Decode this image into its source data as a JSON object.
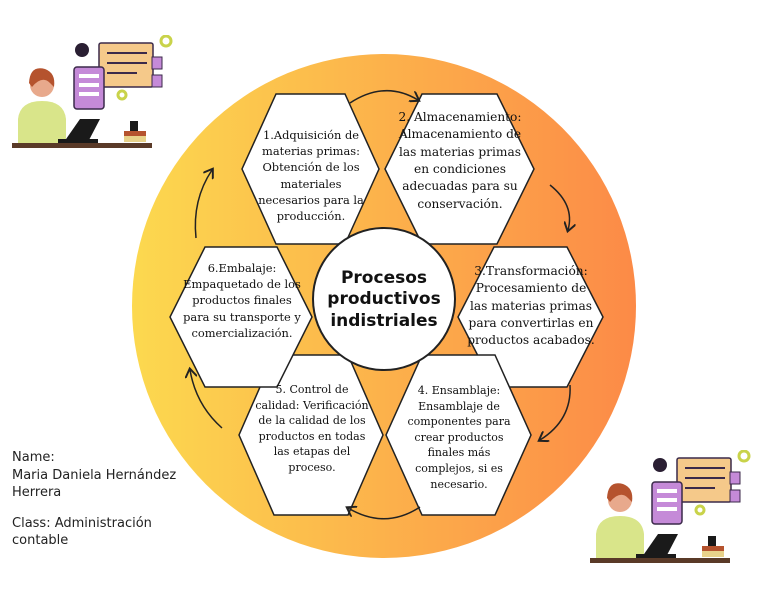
{
  "diagram": {
    "center_title": "Procesos productivos indistriales",
    "steps": [
      {
        "id": "step-1",
        "text": "1.Adquisición de materias primas: Obtención de los materiales necesarios para la producción."
      },
      {
        "id": "step-2",
        "text": "2. Almacenamiento: Almacenamiento de las materias primas en condiciones adecuadas para su conservación."
      },
      {
        "id": "step-3",
        "text": "3.Transformación: Procesamiento de las materias primas para convertirlas en productos acabados."
      },
      {
        "id": "step-4",
        "text": "4. Ensamblaje: Ensamblaje de componentes para crear productos finales más complejos, si es necesario."
      },
      {
        "id": "step-5",
        "text": "5. Control de calidad: Verificación de la calidad de los productos en todas las etapas del proceso."
      },
      {
        "id": "step-6",
        "text": "6.Embalaje: Empaquetado de los productos finales para su transporte y comercialización."
      }
    ]
  },
  "footer": {
    "name_label": "Name:",
    "name_value": "Maria Daniela Hernández Herrera",
    "class_text": "Class: Administración contable"
  },
  "colors": {
    "gradient_start": "#fcd94f",
    "gradient_end": "#fc8a47",
    "hex_fill": "#ffffff",
    "hex_stroke": "#222222"
  },
  "icons": [
    "office-worker-illustration",
    "office-worker-illustration"
  ]
}
